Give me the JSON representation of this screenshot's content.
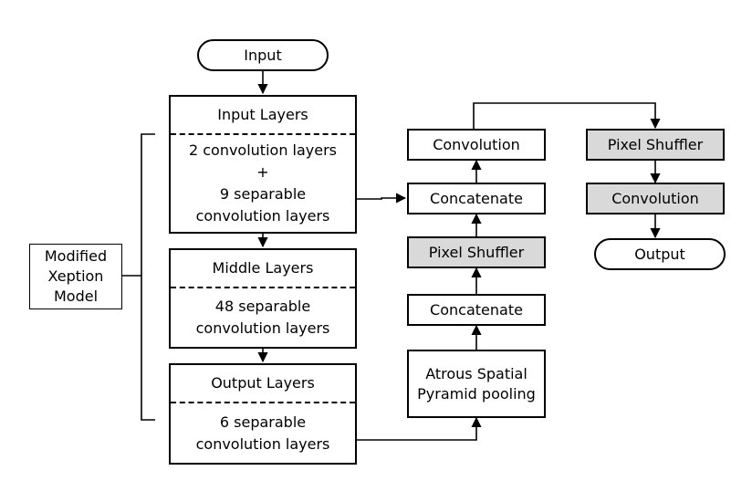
{
  "input_node": "Input",
  "output_node": "Output",
  "encoder": {
    "input_layers": {
      "title": "Input Layers",
      "body": "2 convolution layers\n+\n9 separable\nconvolution layers"
    },
    "middle_layers": {
      "title": "Middle Layers",
      "body": "48 separable\nconvolution layers"
    },
    "output_layers": {
      "title": "Output Layers",
      "body": "6 separable\nconvolution layers"
    }
  },
  "bracket_label": "Modified\nXeption\nModel",
  "decoder": {
    "aspp": "Atrous Spatial\nPyramid pooling",
    "concatenate_1": "Concatenate",
    "pixel_shuffler_1": "Pixel Shuffler",
    "concatenate_2": "Concatenate",
    "convolution_1": "Convolution",
    "pixel_shuffler_2": "Pixel Shuffler",
    "convolution_2": "Convolution"
  },
  "colors": {
    "line": "#000000",
    "box_fill": "#ffffff",
    "highlight_fill": "#d9d9d9"
  }
}
